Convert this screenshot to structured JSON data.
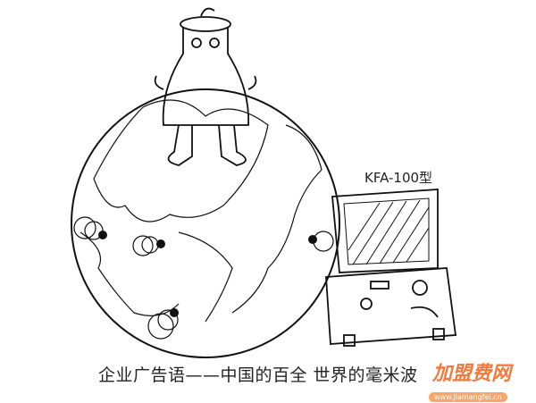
{
  "product": {
    "model_label": "KFA-100型"
  },
  "slogan": "企业广告语——中国的百全 世界的毫米波",
  "watermark": {
    "title": "加盟费网",
    "url": "www.jiamengfei.cn",
    "color": "#f47a3c"
  }
}
